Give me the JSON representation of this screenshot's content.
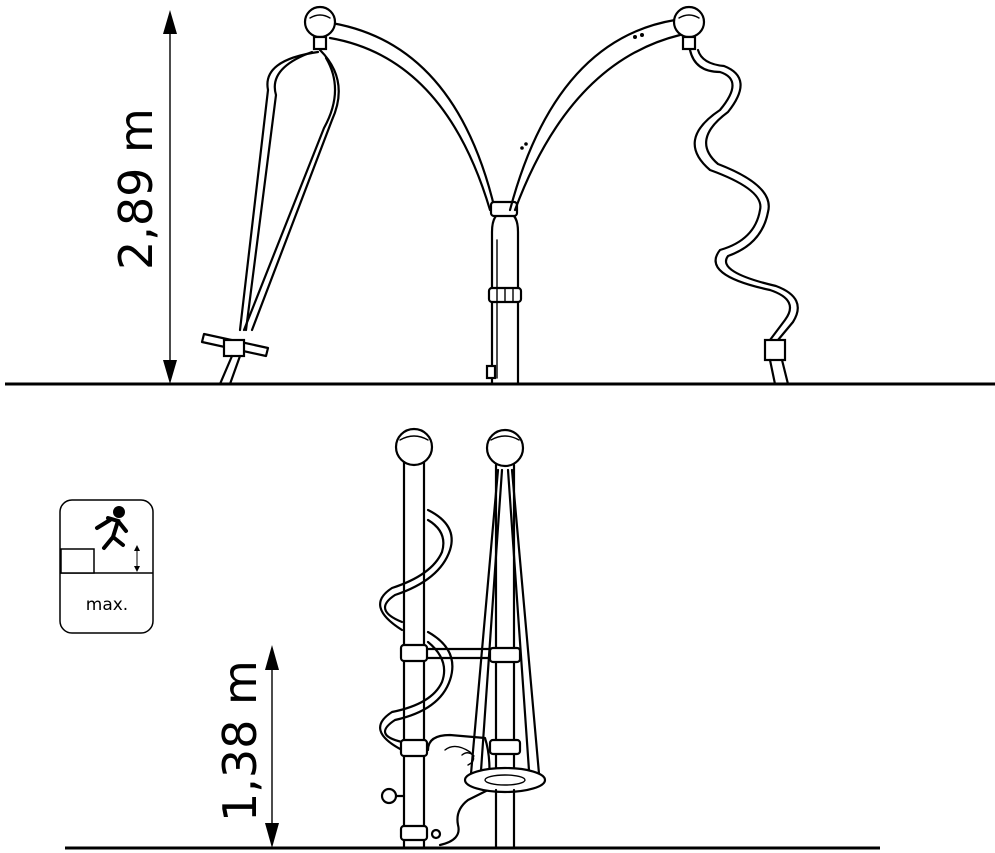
{
  "dimensions": {
    "height_label": "2,89 m",
    "fall_height_label": "1,38 m"
  },
  "fall_height_icon": {
    "label": "max."
  },
  "colors": {
    "line": "#000000",
    "background": "#ffffff"
  }
}
